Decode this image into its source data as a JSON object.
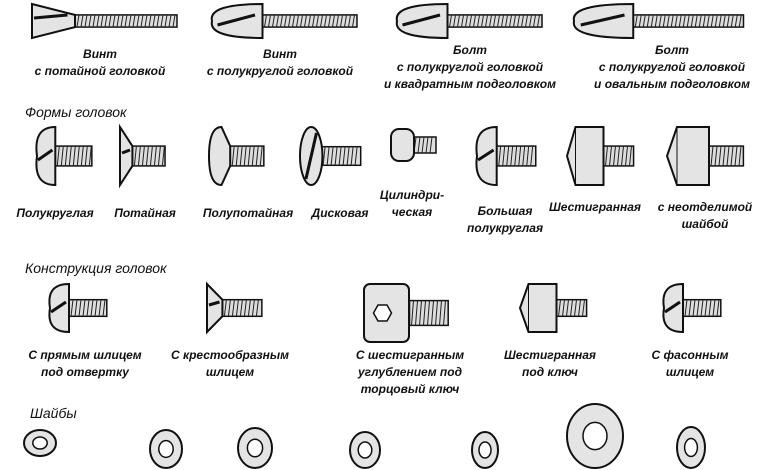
{
  "top_fasteners": [
    {
      "icon": "countersunk-screw-icon",
      "lines": [
        "Винт",
        "с потайной головкой"
      ]
    },
    {
      "icon": "round-head-screw-icon",
      "lines": [
        "Винт",
        "с полукруглой головкой"
      ]
    },
    {
      "icon": "carriage-bolt-square-neck-icon",
      "lines": [
        "Болт",
        "с полукруглой головкой",
        "и квадратным подголовком"
      ]
    },
    {
      "icon": "carriage-bolt-oval-neck-icon",
      "lines": [
        "Болт",
        "с полукруглой головкой",
        "и овальным подголовком"
      ]
    }
  ],
  "head_shapes": {
    "title": "Формы головок",
    "items": [
      {
        "icon": "round-head-icon",
        "lines": [
          "Полукруглая"
        ]
      },
      {
        "icon": "flat-head-icon",
        "lines": [
          "Потайная"
        ]
      },
      {
        "icon": "oval-head-icon",
        "lines": [
          "Полупотайная"
        ]
      },
      {
        "icon": "disc-head-icon",
        "lines": [
          "Дисковая"
        ]
      },
      {
        "icon": "cylinder-head-icon",
        "lines": [
          "Цилиндри-",
          "ческая"
        ]
      },
      {
        "icon": "large-round-head-icon",
        "lines": [
          "Большая",
          "полукруглая"
        ]
      },
      {
        "icon": "hex-head-icon",
        "lines": [
          "Шестигранная"
        ]
      },
      {
        "icon": "flanged-hex-head-icon",
        "lines": [
          "с неотделимой",
          "шайбой"
        ]
      }
    ]
  },
  "head_drives": {
    "title": "Конструкция головок",
    "items": [
      {
        "icon": "slotted-drive-icon",
        "lines": [
          "С прямым шлицем",
          "под отвертку"
        ]
      },
      {
        "icon": "phillips-drive-icon",
        "lines": [
          "С крестообразным",
          "шлицем"
        ]
      },
      {
        "icon": "hex-socket-drive-icon",
        "lines": [
          "С шестигранным",
          "углублением под",
          "торцовый ключ"
        ]
      },
      {
        "icon": "hex-wrench-head-icon",
        "lines": [
          "Шестигранная",
          "под ключ"
        ]
      },
      {
        "icon": "special-drive-icon",
        "lines": [
          "С фасонным",
          "шлицем"
        ]
      }
    ]
  },
  "washers": {
    "title": "Шайбы"
  }
}
